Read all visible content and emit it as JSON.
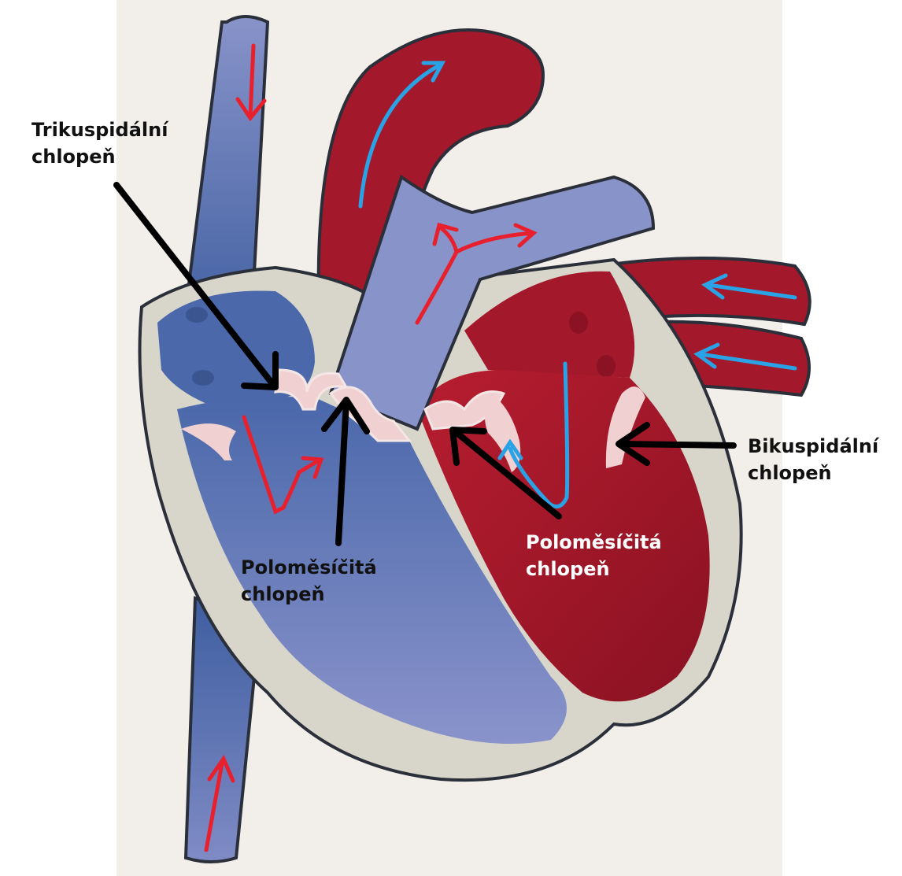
{
  "labels": {
    "tricuspid": {
      "line1": "Trikuspidální",
      "line2": "chlopeň"
    },
    "pulmonary": {
      "line1": "Poloměsíčitá",
      "line2": "chlopeň"
    },
    "aortic": {
      "line1": "Poloměsíčitá",
      "line2": "chlopeň"
    },
    "bicuspid": {
      "line1": "Bikuspidální",
      "line2": "chlopeň"
    }
  },
  "colors": {
    "background_paper": "#f2efeb",
    "heart_wall": "#d8d5cb",
    "outline": "#2b2f3a",
    "vein_blue": "#4a6aa8",
    "deoxygenated_blue": "#8893c9",
    "oxygenated_red": "#a3182a",
    "oxygenated_red_dark": "#8a1222",
    "flow_arrow_red": "#e8202e",
    "flow_arrow_blue": "#2aa3e6",
    "pointer_black": "#000000",
    "valve_pink": "#f0d0d0"
  }
}
